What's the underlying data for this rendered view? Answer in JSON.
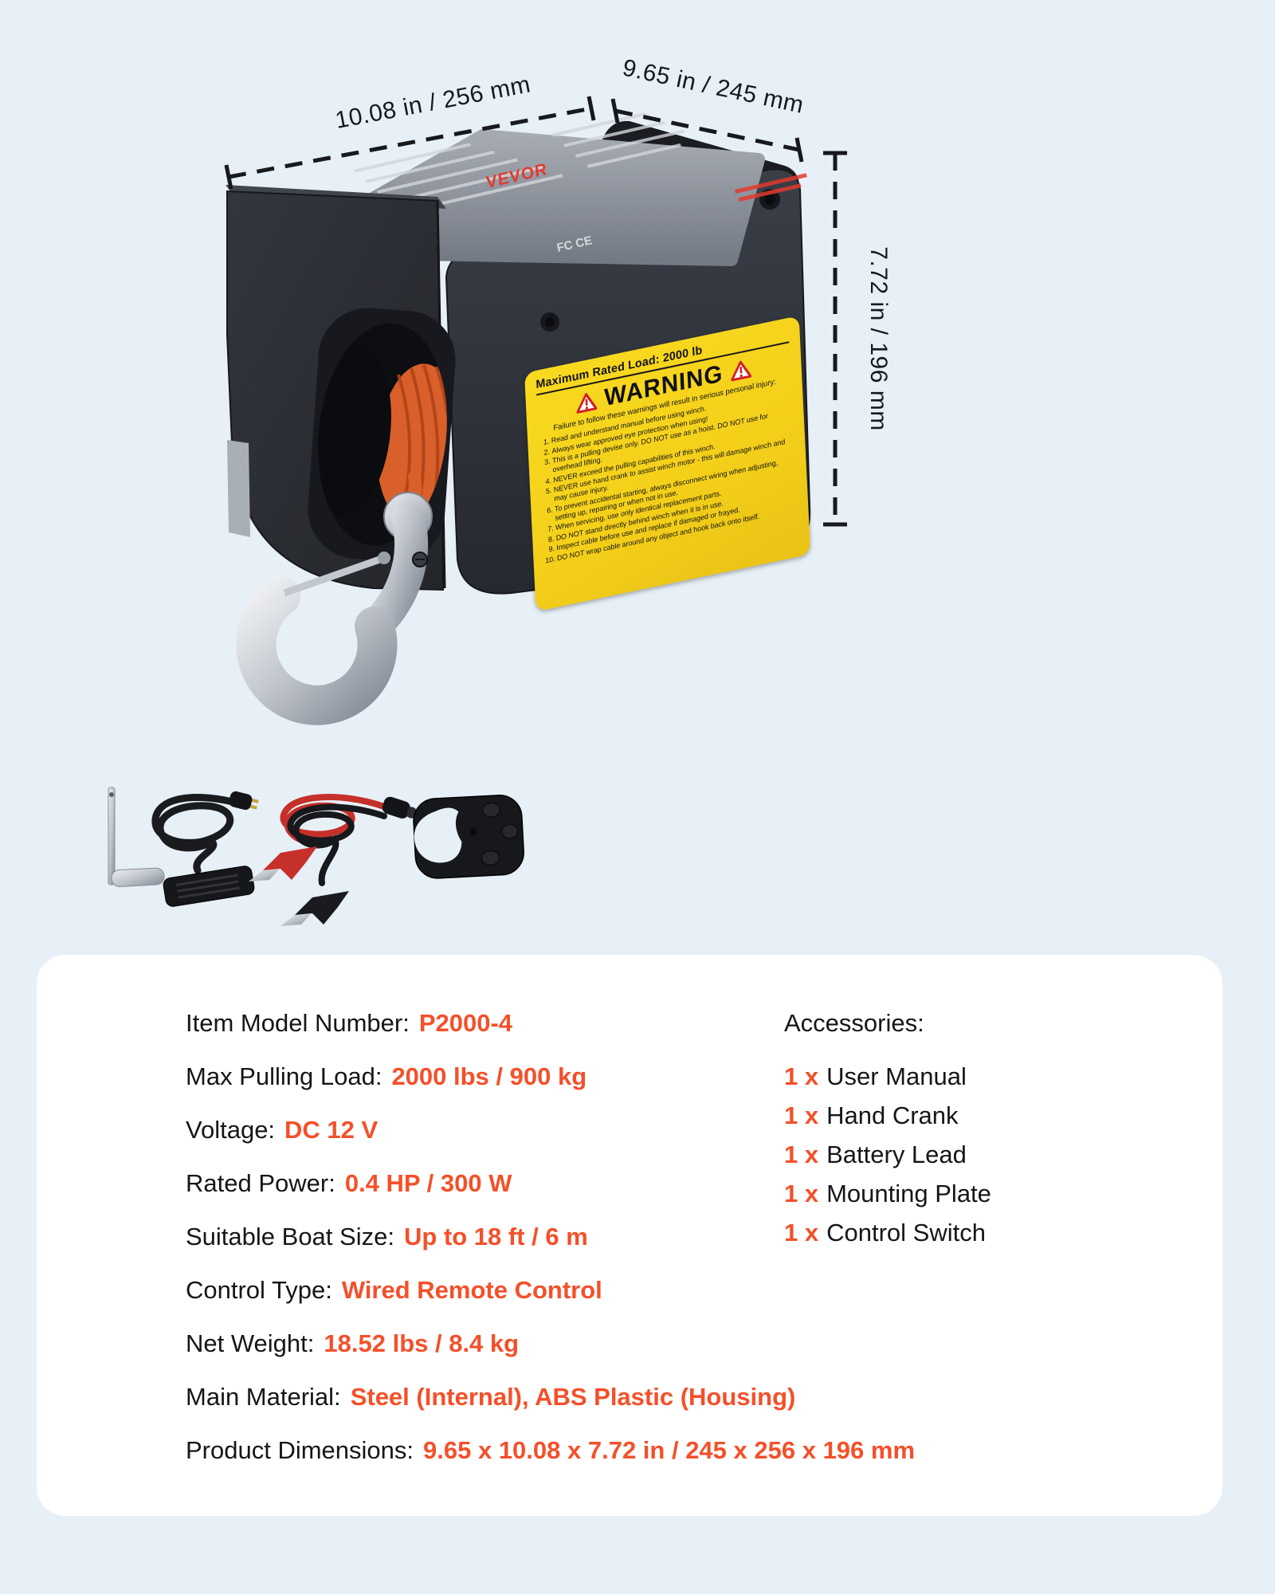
{
  "page": {
    "background": "#e7eff7",
    "accent": "#f4502a",
    "card_bg": "#ffffff"
  },
  "scene": {
    "brand": "VEVOR",
    "plate_certifications": "FC CE",
    "dim_width": "10.08 in / 256 mm",
    "dim_depth": "9.65 in / 245 mm",
    "dim_height": "7.72 in / 196 mm"
  },
  "warning_label": {
    "max_load": "Maximum Rated Load: 2000 lb",
    "title": "WARNING",
    "subtitle": "Failure to follow these warnings will result in serious personal injury:",
    "items": [
      "Read and understand manual before using winch.",
      "Always wear approved eye protection when using!",
      "This is a pulling devise only. DO NOT use as a hoist. DO NOT use for overhead lifting.",
      "NEVER exceed the pulling capabilities of this winch.",
      "NEVER use hand crank to assist winch motor - this will damage winch and may cause injury.",
      "To prevent accidental starting, always disconnect wiring when adjusting, setting up, repairing or when not in use.",
      "When servicing, use only identical replacement parts.",
      "DO NOT stand directly behind winch when it is in use.",
      "Inspect cable before use and replace if damaged or frayed.",
      "DO NOT wrap cable around any object and hook back onto itself."
    ]
  },
  "specs": {
    "rows": [
      {
        "label": "Item Model Number:",
        "value": "P2000-4"
      },
      {
        "label": "Max Pulling Load:",
        "value": "2000 lbs / 900 kg"
      },
      {
        "label": "Voltage:",
        "value": "DC 12 V"
      },
      {
        "label": "Rated Power:",
        "value": "0.4 HP / 300 W"
      },
      {
        "label": "Suitable Boat Size:",
        "value": "Up to 18 ft / 6 m"
      },
      {
        "label": "Control Type:",
        "value": "Wired Remote Control"
      },
      {
        "label": "Net Weight:",
        "value": "18.52 lbs / 8.4 kg"
      },
      {
        "label": "Main Material:",
        "value": "Steel (Internal), ABS Plastic (Housing)"
      },
      {
        "label": "Product Dimensions:",
        "value": "9.65 x 10.08 x 7.72 in / 245 x 256 x 196 mm"
      }
    ]
  },
  "accessories": {
    "title": "Accessories:",
    "items": [
      {
        "qty": "1 x",
        "name": "User Manual"
      },
      {
        "qty": "1 x",
        "name": "Hand Crank"
      },
      {
        "qty": "1 x",
        "name": "Battery Lead"
      },
      {
        "qty": "1 x",
        "name": "Mounting Plate"
      },
      {
        "qty": "1 x",
        "name": "Control Switch"
      }
    ]
  }
}
